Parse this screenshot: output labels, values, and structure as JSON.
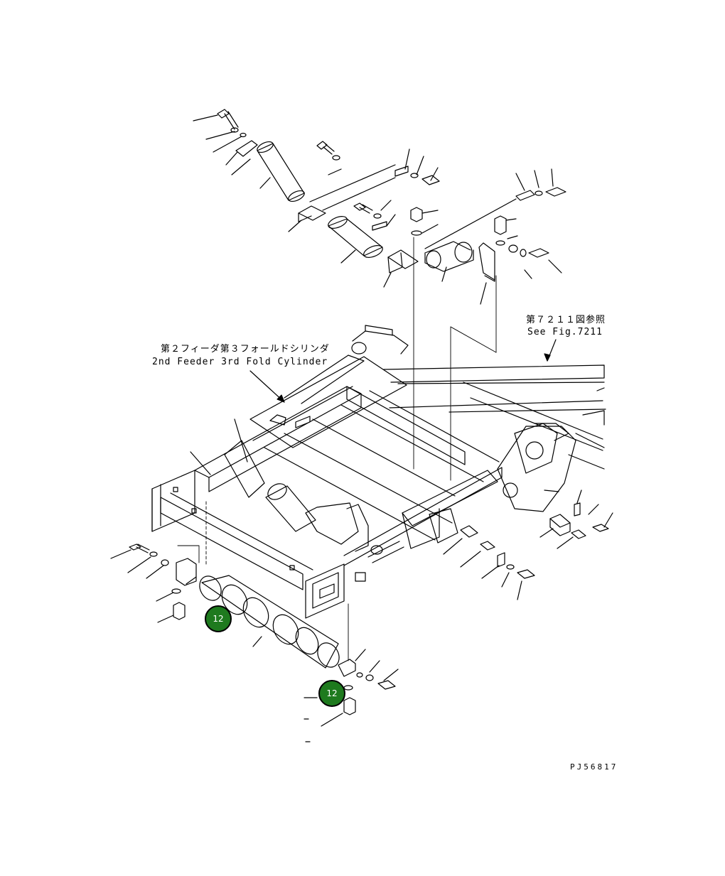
{
  "callouts": {
    "cylinder_jp": "第２フィーダ第３フォールドシリンダ",
    "cylinder_en": "2nd Feeder 3rd Fold Cylinder",
    "figref_jp": "第７２１１図参照",
    "figref_en": "See Fig.7211"
  },
  "drawing_number": "PJ56817",
  "reference_badges": [
    {
      "number": "12"
    },
    {
      "number": "12"
    }
  ],
  "colors": {
    "badge_fill": "#1e7a1e",
    "line": "#000000",
    "background": "#ffffff"
  }
}
